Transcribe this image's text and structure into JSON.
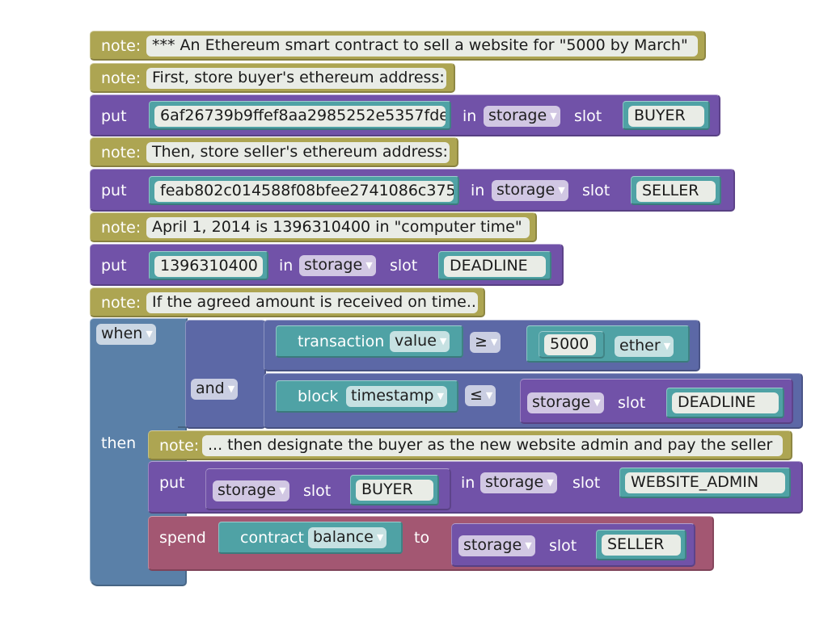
{
  "labels": {
    "note": "note:",
    "put": "put",
    "in": "in",
    "slot": "slot",
    "when": "when",
    "then": "then",
    "and": "and",
    "transaction": "transaction",
    "block": "block",
    "contract": "contract",
    "spend": "spend",
    "to": "to"
  },
  "notes": [
    "*** An Ethereum smart contract to sell a website for \"5000 by March\"",
    "First, store buyer's ethereum address:",
    "Then, store seller's ethereum address:",
    "April 1, 2014 is 1396310400 in \"computer time\"",
    "If the agreed amount is received on time...",
    "... then designate the buyer as the new website admin and pay the seller"
  ],
  "values": {
    "buyer_address": "6af26739b9ffef8aa2985252e5357fde",
    "seller_address": "feab802c014588f08bfee2741086c375",
    "deadline_time": "1396310400",
    "amount": "5000"
  },
  "slots": {
    "buyer": "BUYER",
    "seller": "SELLER",
    "deadline": "DEADLINE",
    "website_admin": "WEBSITE_ADMIN"
  },
  "dropdowns": {
    "storage": "storage",
    "when": "when",
    "and": "and",
    "tx_property": "value",
    "ge": "≥",
    "unit": "ether",
    "block_property": "timestamp",
    "le": "≤",
    "contract_property": "balance"
  },
  "colors": {
    "note": "#ADA552",
    "put": "#7152A8",
    "control": "#5A80A8",
    "logic": "#5C68A6",
    "data": "#4FA2A5",
    "spend": "#A35772"
  }
}
